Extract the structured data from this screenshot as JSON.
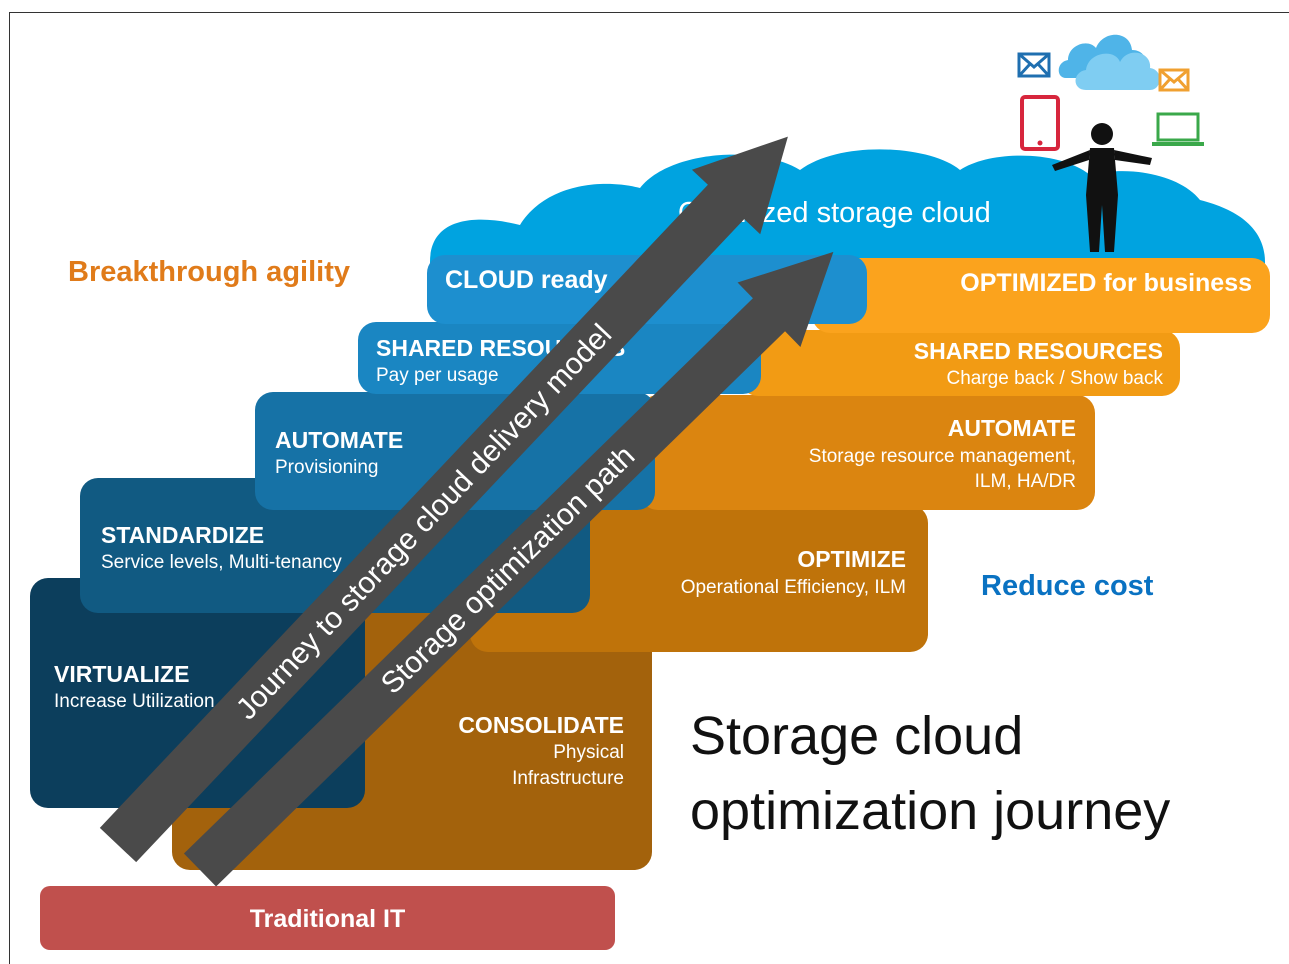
{
  "cloud": {
    "label": "Optimized storage cloud"
  },
  "labels": {
    "agility": "Breakthrough agility",
    "cost": "Reduce cost"
  },
  "left_steps": {
    "cloud_ready": {
      "title": "CLOUD ready"
    },
    "shared": {
      "title": "SHARED RESOURCES",
      "sub": "Pay per usage"
    },
    "automate": {
      "title": "AUTOMATE",
      "sub": "Provisioning"
    },
    "standardize": {
      "title": "STANDARDIZE",
      "sub": "Service levels, Multi-tenancy"
    },
    "virtualize": {
      "title": "VIRTUALIZE",
      "sub": "Increase Utilization"
    }
  },
  "right_steps": {
    "optimized": {
      "title": "OPTIMIZED for business"
    },
    "shared": {
      "title": "SHARED RESOURCES",
      "sub": "Charge back / Show back"
    },
    "automate": {
      "title": "AUTOMATE",
      "sub1": "Storage resource management,",
      "sub2": "ILM, HA/DR"
    },
    "optimize": {
      "title": "OPTIMIZE",
      "sub": "Operational Efficiency, ILM"
    },
    "consolidate": {
      "title": "CONSOLIDATE",
      "sub1": "Physical",
      "sub2": "Infrastructure"
    }
  },
  "base": {
    "label": "Traditional IT"
  },
  "arrows": {
    "journey": "Journey to storage cloud delivery model",
    "path": "Storage optimization path"
  },
  "headline": {
    "line1": "Storage cloud",
    "line2": "optimization journey"
  },
  "colors": {
    "cloud": "#00a3e0",
    "orange_title": "#e07b1a",
    "blue_label": "#0a72c2",
    "arrow": "#4a4a4a",
    "traditional": "#c0504d"
  },
  "icons": [
    "mail-icon",
    "cloud-icon",
    "mail-icon",
    "tablet-icon",
    "person-icon",
    "laptop-icon"
  ]
}
